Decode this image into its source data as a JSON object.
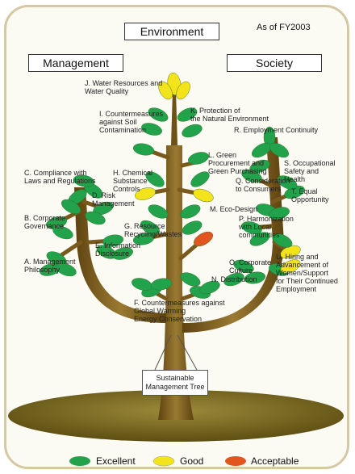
{
  "headers": {
    "environment": "Environment",
    "management": "Management",
    "society": "Society",
    "as_of": "As of FY2003"
  },
  "tree_sign": "Sustainable\nManagement Tree",
  "labels": {
    "A": "A. Management\nPhilosophy",
    "B": "B. Corporate\nGovernance",
    "C": "C. Compliance with\nLaws and Regulations",
    "D": "D. Risk\nManagement",
    "E": "E. Information\nDisclosure",
    "F": "F. Countermeasures against\nGlobal Warming\nEnergy Conservation",
    "G": "G. Resource\nRecycling/Wastes",
    "H": "H. Chemical\nSubstance\nControls",
    "I": "I. Countermeasures\nagainst Soil\nContamination",
    "J": "J. Water Resources and\nWater Quality",
    "K": "K. Protection of\nthe Natural Environment",
    "L": "L. Green\nProcurement and\nGreen Purchasing",
    "M": "M. Eco-Design",
    "N": "N. Distribution",
    "O": "O. Corporate\nCulture",
    "P": "P. Harmonization\nwith Local\ncommunities",
    "Q": "Q. Consideration\nto Consumers",
    "R": "R. Employment Continuity",
    "S": "S. Occupational\nSafety and\nHealth",
    "T": "T. Equal\nOpportunity",
    "U": "U. Hiring and\nAdvancement of\nWomen/Support\nfor Their Continued\nEmployment"
  },
  "legend": {
    "excellent": "Excellent",
    "good": "Good",
    "acceptable": "Acceptable"
  },
  "colors": {
    "excellent": "#22a24a",
    "good": "#f2e31a",
    "acceptable": "#e0561e",
    "trunk": "#7a5a1c",
    "ground": "#7b6a1e"
  }
}
